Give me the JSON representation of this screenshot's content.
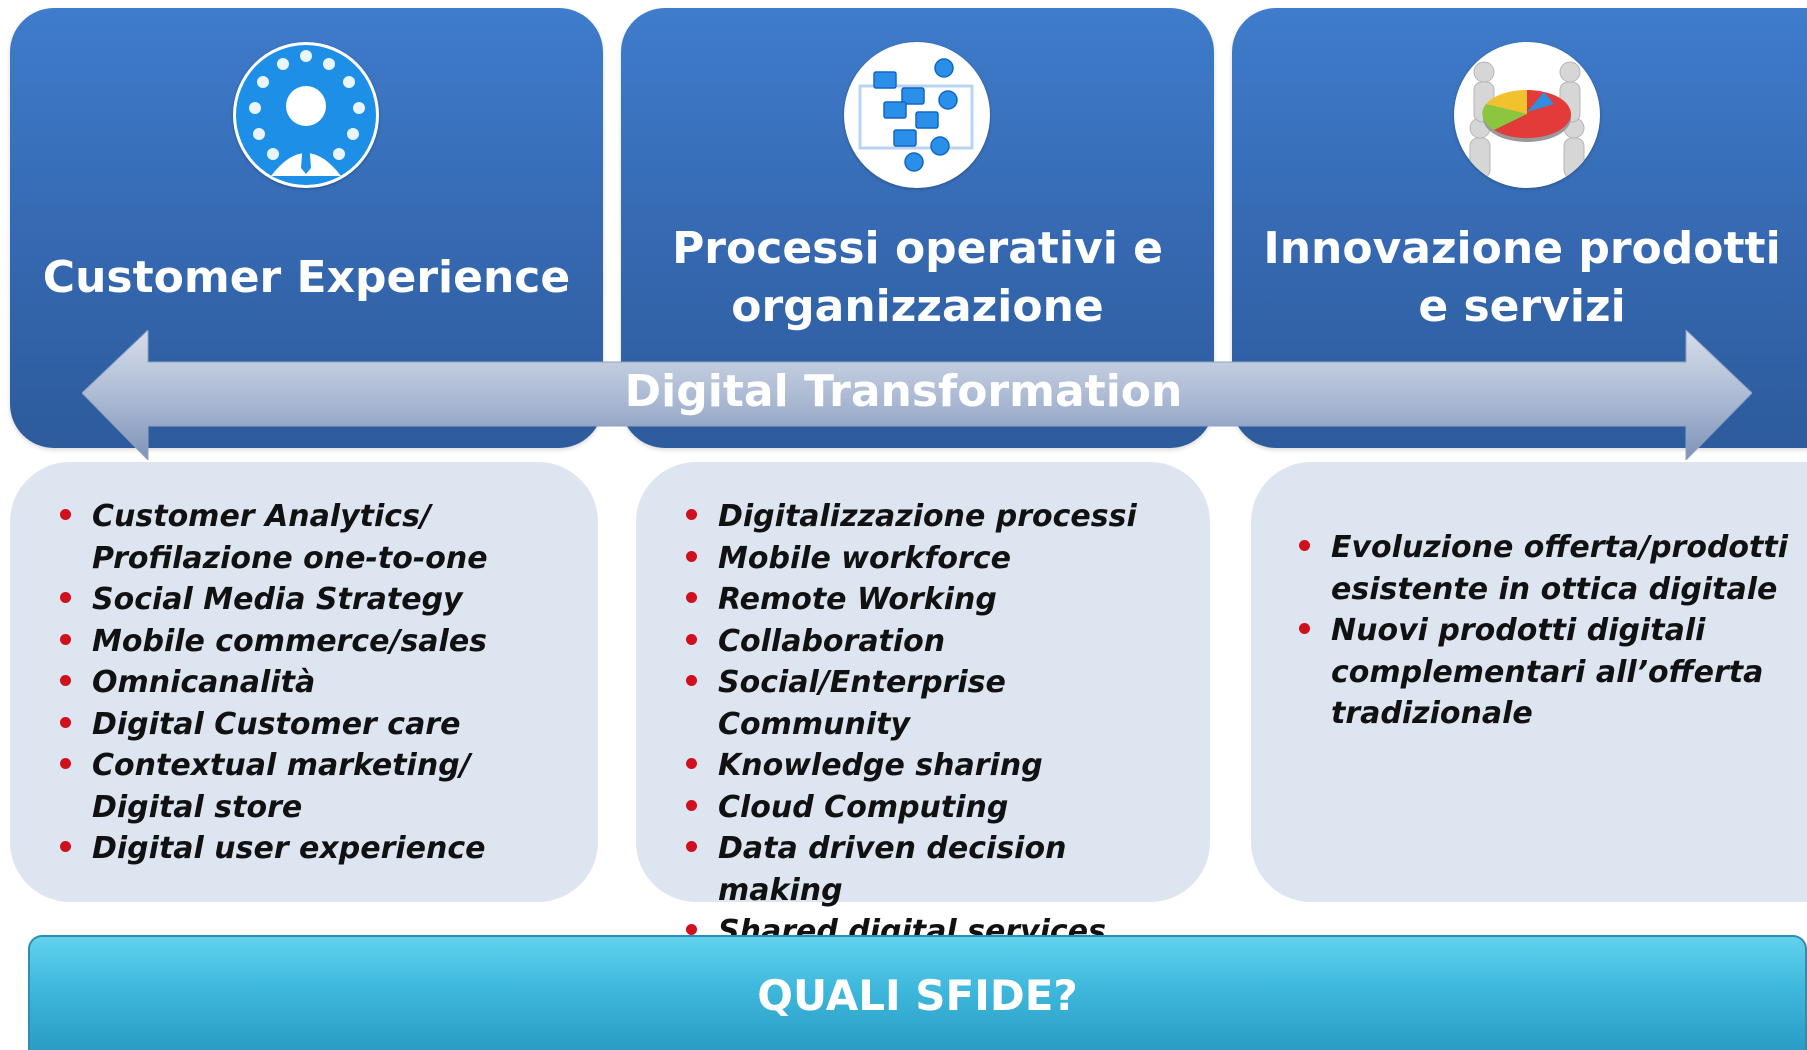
{
  "columns": [
    {
      "title": "Customer Experience",
      "icon": "customer-network-icon",
      "items": [
        "Customer Analytics/ Profilazione one-to-one",
        "Social Media Strategy",
        "Mobile commerce/sales",
        "Omnicanalità",
        "Digital Customer care",
        "Contextual marketing/ Digital store",
        "Digital user experience"
      ]
    },
    {
      "title": "Processi operativi e organizzazione",
      "icon": "process-flowchart-icon",
      "items": [
        "Digitalizzazione processi",
        "Mobile workforce",
        "Remote Working",
        "Collaboration",
        " Social/Enterprise Community",
        "Knowledge sharing",
        "Cloud Computing",
        "Data driven decision making",
        "Shared digital services"
      ]
    },
    {
      "title": "Innovazione prodotti e servizi",
      "icon": "team-pie-chart-icon",
      "items": [
        "Evoluzione offerta/prodotti esistente in ottica digitale",
        "Nuovi prodotti digitali complementari all’offerta tradizionale"
      ]
    }
  ],
  "arrow_label": "Digital Transformation",
  "bottom_label": "QUALI SFIDE?",
  "colors": {
    "panel_blue": "#3568b0",
    "box_light": "#dde5f1",
    "bullet_red": "#d0101c",
    "bar_cyan": "#3fb8dd"
  }
}
